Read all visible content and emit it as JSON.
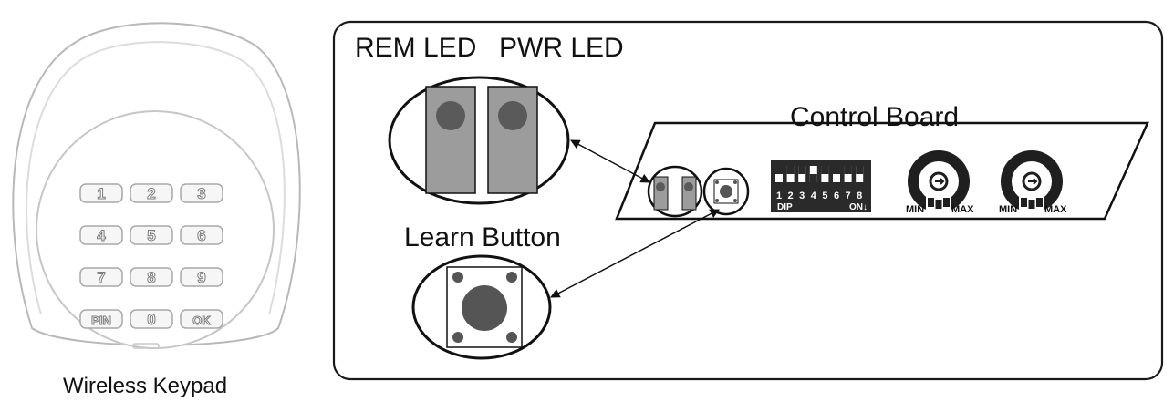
{
  "keypad": {
    "caption": "Wireless Keypad",
    "keys": [
      "1",
      "2",
      "3",
      "4",
      "5",
      "6",
      "7",
      "8",
      "9",
      "PIN",
      "0",
      "OK"
    ]
  },
  "panel": {
    "rem_led_label": "REM LED",
    "pwr_led_label": "PWR LED",
    "learn_button_label": "Learn Button",
    "board_title": "Control  Board",
    "dip": {
      "numbers": [
        "1",
        "2",
        "3",
        "4",
        "5",
        "6",
        "7",
        "8"
      ],
      "dip_label": "DIP",
      "on_label": "ON↓"
    },
    "pots": [
      {
        "min": "MIN",
        "max": "MAX"
      },
      {
        "min": "MIN",
        "max": "MAX"
      }
    ]
  },
  "colors": {
    "led_fill": "#9c9c9c",
    "led_dot": "#5a5a5a",
    "button_dot": "#555555",
    "outline": "#111111"
  }
}
